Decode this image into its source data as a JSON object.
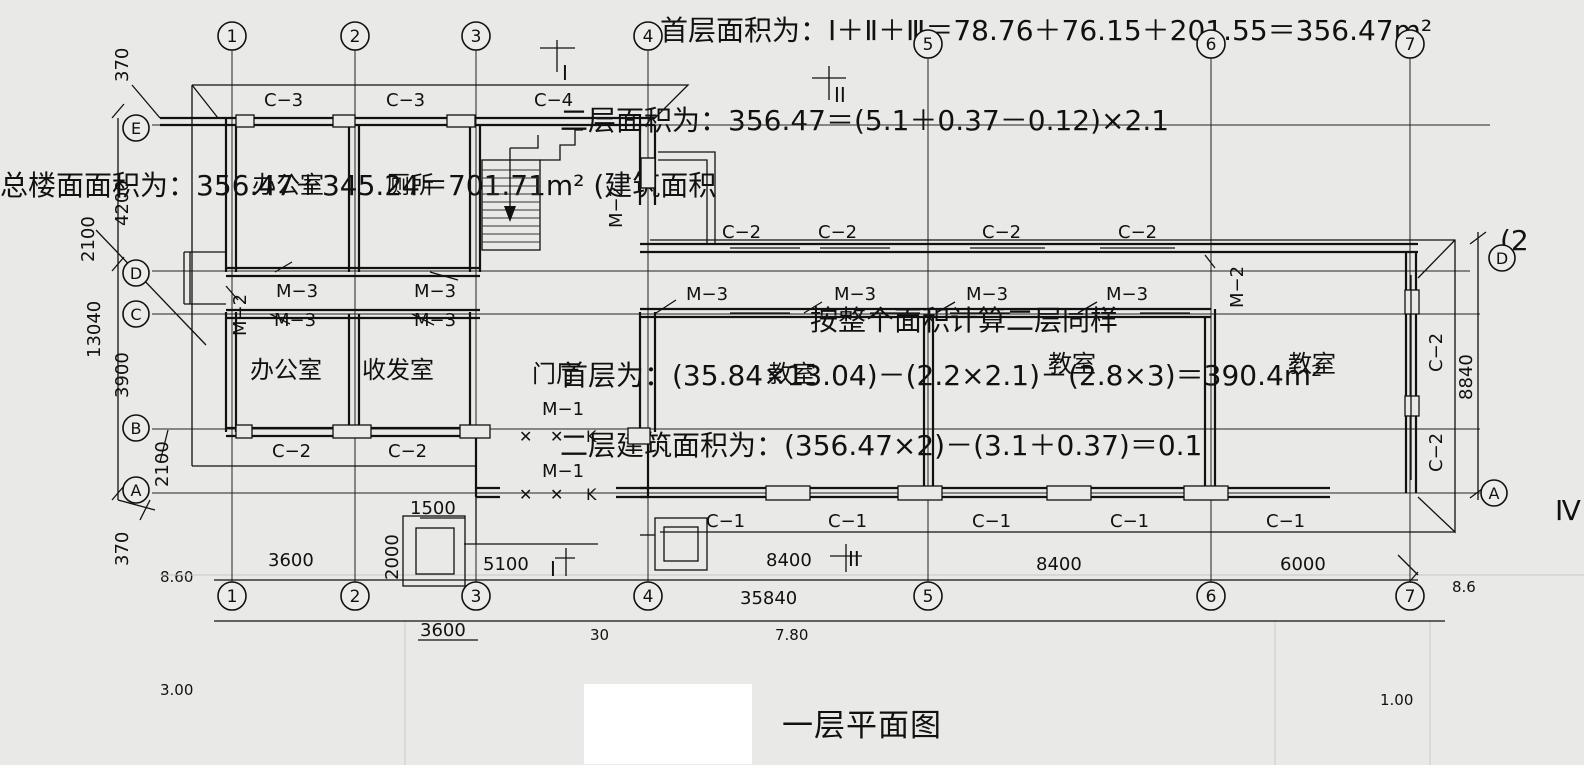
{
  "caption": "一层平面图",
  "grid_axes": {
    "numbered": [
      "1",
      "2",
      "3",
      "4",
      "5",
      "6",
      "7"
    ],
    "lettered": [
      "A",
      "B",
      "C",
      "D",
      "E"
    ]
  },
  "rooms": {
    "office_top": "办公室",
    "toilet": "厕所",
    "office_bottom": "办公室",
    "mail_room": "收发室",
    "lobby": "门厅",
    "classroom_1": "教室",
    "classroom_2": "教室",
    "classroom_3": "教室"
  },
  "openings": {
    "c1": "C−1",
    "c2": "C−2",
    "c3": "C−3",
    "c4": "C−4",
    "m1": "M−1",
    "m2": "M−2",
    "m3": "M−3"
  },
  "section_marks": {
    "s1": "I",
    "s2": "II"
  },
  "dimensions": {
    "d370": "370",
    "d4200": "4200",
    "d2100": "2100",
    "d13040": "13040",
    "d3900": "3900",
    "d1500": "1500",
    "d2000": "2000",
    "d3600": "3600",
    "d5100": "5100",
    "d8400": "8400",
    "d6000": "6000",
    "d35840": "35840",
    "d8840": "8840"
  },
  "bleed_through_text": {
    "line1": "首层面积为：Ⅰ＋Ⅱ＋Ⅲ＝78.76＋76.15＋201.55＝356.47m²",
    "line2": "二层面积为：356.47＝(5.1＋0.37－0.12)×2.1",
    "line3": "总楼面面积为：356.47＋345.24＝701.71m² (建筑面积",
    "line4": "(2",
    "line5": "按整个面积计算二层同样",
    "line6": "首层为：(35.84×13.04)－(2.2×2.1)－(2.8×3)＝390.4m²",
    "line7": "二层建筑面积为：(356.47×2)－(3.1＋0.37)＝0.1",
    "line8": "Ⅳ",
    "num1": "8.60",
    "num2": "3.00",
    "num3": "7.80",
    "num4": "30",
    "num5": "1.00",
    "num6": "8.6"
  }
}
